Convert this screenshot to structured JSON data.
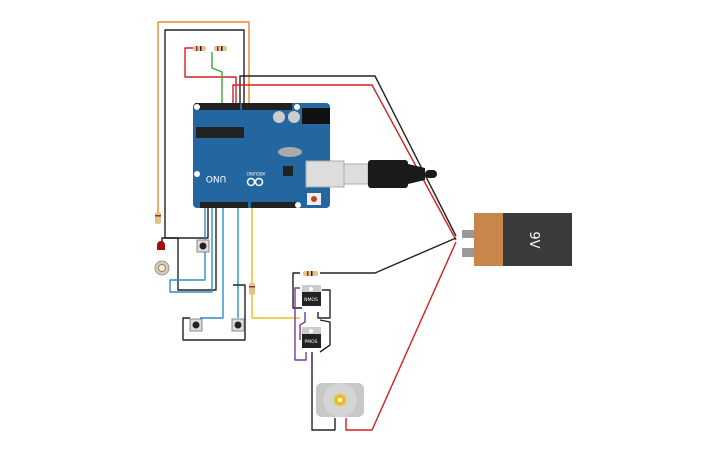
{
  "canvas": {
    "background": "#ffffff"
  },
  "arduino": {
    "brand": "ARDUINO",
    "model": "UNO",
    "color": "#2467a0"
  },
  "battery": {
    "label": "9V",
    "cap_color": "#c8864a",
    "body_color": "#3a3a3a"
  },
  "transistors": [
    {
      "label": "NMOS"
    },
    {
      "label": "PMOS"
    }
  ],
  "wire_colors": {
    "orange": "#e8892a",
    "red": "#d42020",
    "black": "#222222",
    "green": "#3aa83a",
    "blue": "#2a8fc8",
    "yellow": "#e8c020",
    "purple": "#7a3a9a"
  },
  "components": [
    "resistor",
    "resistor",
    "resistor",
    "resistor",
    "resistor",
    "led",
    "photoresistor",
    "pushbutton",
    "pushbutton",
    "pushbutton",
    "dc-motor",
    "usb-cable"
  ]
}
